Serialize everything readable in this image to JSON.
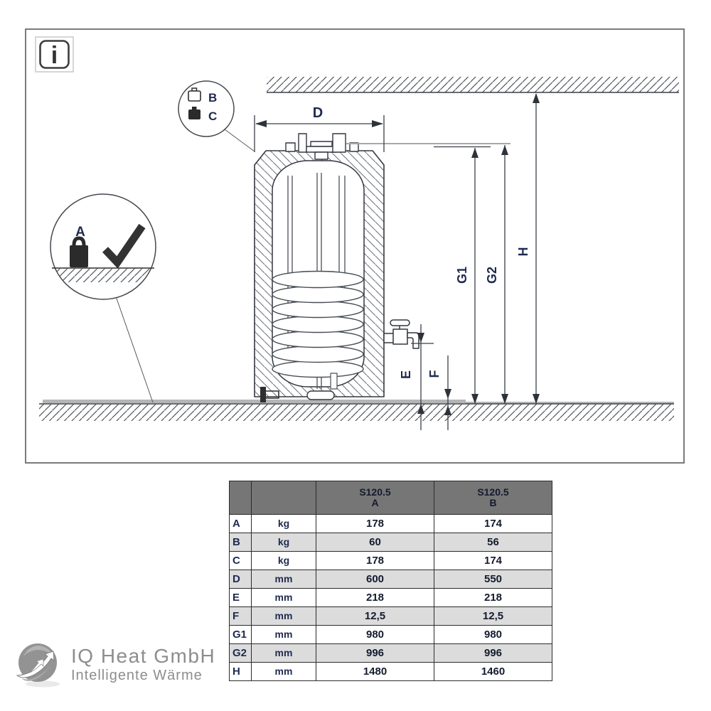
{
  "info_icon": {
    "glyph": "i"
  },
  "drawing": {
    "dimension_labels": {
      "d": "D",
      "e": "E",
      "f": "F",
      "g1": "G1",
      "g2": "G2",
      "h": "H"
    },
    "callouts": {
      "top_circle": {
        "row1_label": "B",
        "row2_label": "C"
      },
      "left_circle": {
        "label": "A"
      }
    },
    "colors": {
      "label_navy": "#1f2a4e",
      "line": "#3a3f47",
      "hatch": "#51565d",
      "plate_gray": "#b5b5b5"
    }
  },
  "table": {
    "columns": [
      {
        "line1": "S120.5",
        "line2": "A"
      },
      {
        "line1": "S120.5",
        "line2": "B"
      }
    ],
    "rows": [
      {
        "label": "A",
        "unit": "kg",
        "a": "178",
        "b": "174"
      },
      {
        "label": "B",
        "unit": "kg",
        "a": "60",
        "b": "56"
      },
      {
        "label": "C",
        "unit": "kg",
        "a": "178",
        "b": "174"
      },
      {
        "label": "D",
        "unit": "mm",
        "a": "600",
        "b": "550"
      },
      {
        "label": "E",
        "unit": "mm",
        "a": "218",
        "b": "218"
      },
      {
        "label": "F",
        "unit": "mm",
        "a": "12,5",
        "b": "12,5"
      },
      {
        "label": "G1",
        "unit": "mm",
        "a": "980",
        "b": "980"
      },
      {
        "label": "G2",
        "unit": "mm",
        "a": "996",
        "b": "996"
      },
      {
        "label": "H",
        "unit": "mm",
        "a": "1480",
        "b": "1460"
      }
    ],
    "header_bg": "#767676",
    "alt_row_bg": "#dcdcdc"
  },
  "logo": {
    "name": "IQ Heat GmbH",
    "tagline": "Intelligente Wärme"
  }
}
